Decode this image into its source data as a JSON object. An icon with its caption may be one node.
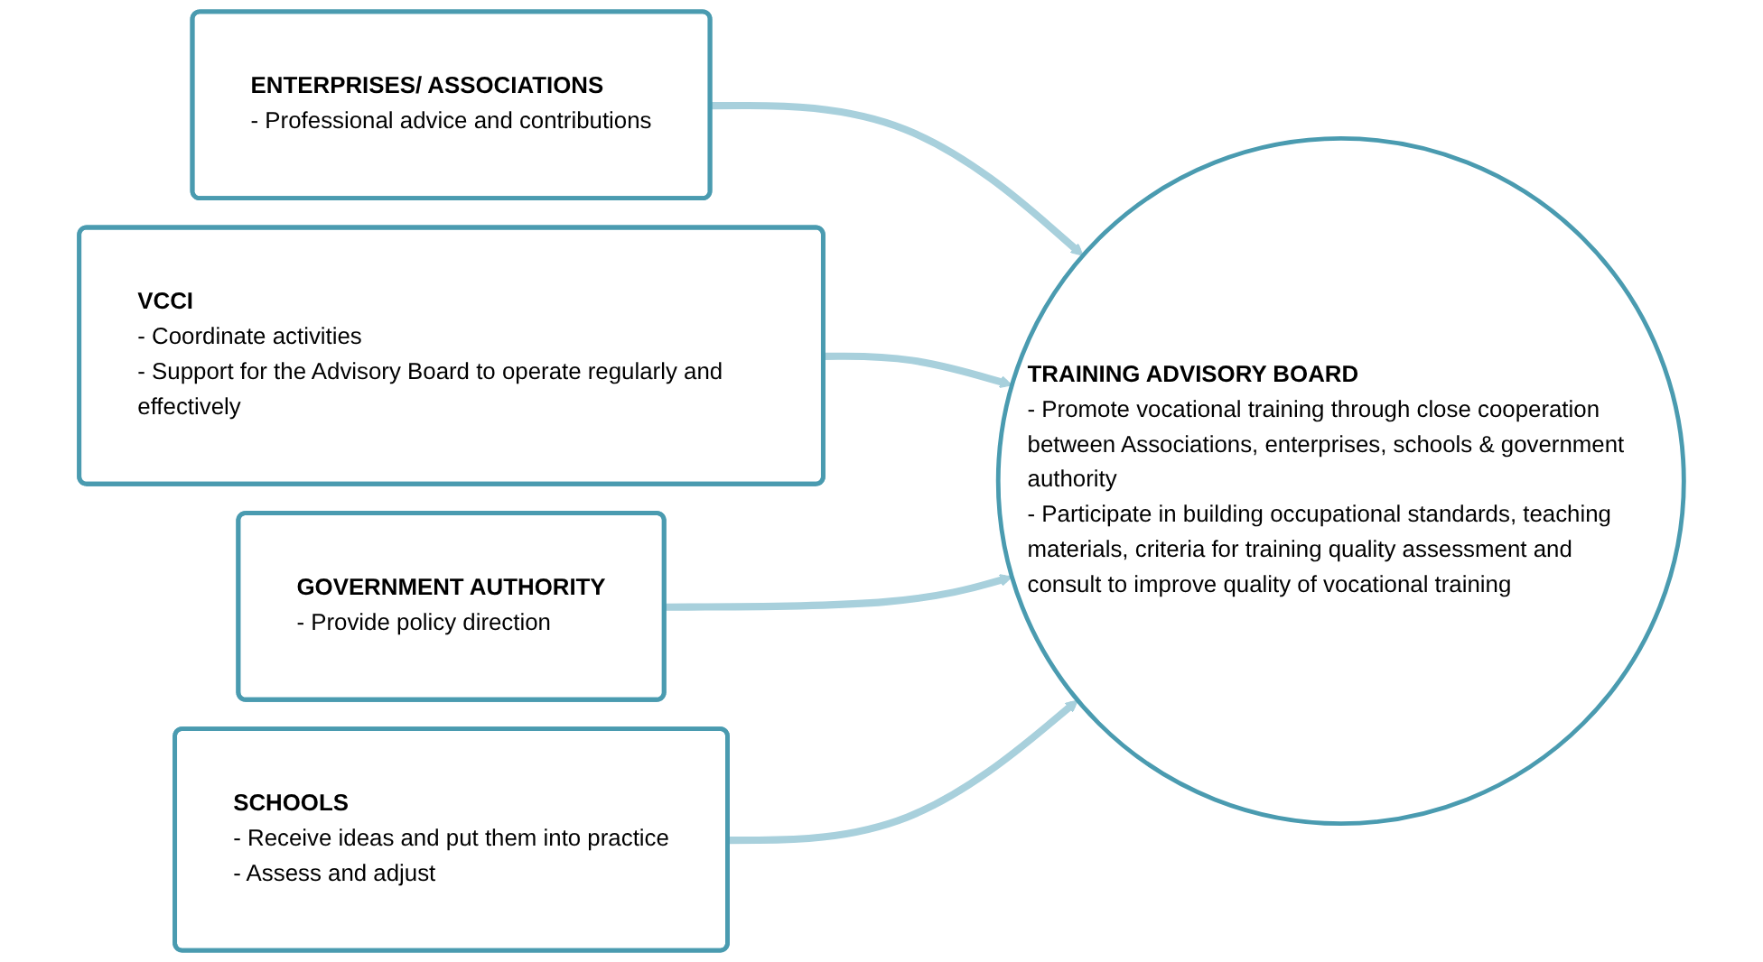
{
  "diagram": {
    "nodes": [
      {
        "text": [
          "ENTERPRISES/ ASSOCIATIONS",
          "- Professional advice and contributions"
        ]
      },
      {
        "text": [
          "VCCI",
          "- Coordinate activities",
          "- Support for the Advisory Board to operate regularly and effectively"
        ]
      },
      {
        "text": [
          "GOVERNMENT AUTHORITY",
          "- Provide policy direction"
        ]
      },
      {
        "text": [
          "TRAINING ADVISORY BOARD",
          "- Promote vocational training through close cooperation between Associations, enterprises, schools & government authority",
          "- Participate in building occupational standards, teaching materials, criteria for training quality assessment and consult to improve quality of vocational training"
        ]
      },
      {
        "text": [
          "SCHOOLS",
          "- Receive ideas and put them into practice",
          "- Assess and adjust"
        ]
      }
    ],
    "edges": [
      {
        "from": 0,
        "to": 3,
        "arrow": "to"
      },
      {
        "from": 1,
        "to": 3,
        "arrow": "to"
      },
      {
        "from": 2,
        "to": 3,
        "arrow": "to"
      },
      {
        "from": 4,
        "to": 3,
        "arrow": "to"
      }
    ]
  }
}
